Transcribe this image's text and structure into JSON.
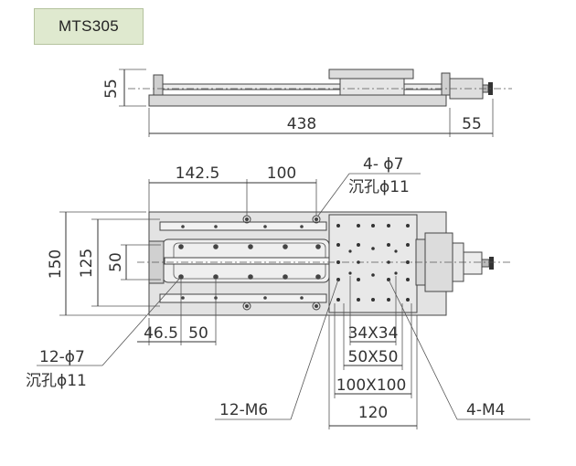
{
  "model": "MTS305",
  "side_view": {
    "height": "55",
    "length": "438",
    "motor": "55"
  },
  "top_view": {
    "top_offset": "142.5",
    "top_pitch": "100",
    "hole_callout_count": "4- ϕ7",
    "hole_callout_cb": "沉孔ϕ11",
    "width": "150",
    "inner_width": "125",
    "slot_width": "50",
    "bottom_offset_a": "46.5",
    "bottom_offset_b": "50",
    "left_callout_count": "12-ϕ7",
    "left_callout_cb": "沉孔ϕ11",
    "grid_small": "34X34",
    "grid_mid": "50X50",
    "grid_large": "100X100",
    "table_width": "120",
    "thread_m6": "12-M6",
    "thread_m4": "4-M4"
  },
  "colors": {
    "tag_bg": "#dfe9cf",
    "tag_border": "#b5c39e",
    "body_fill": "#e3e3e3",
    "line": "#333333"
  }
}
